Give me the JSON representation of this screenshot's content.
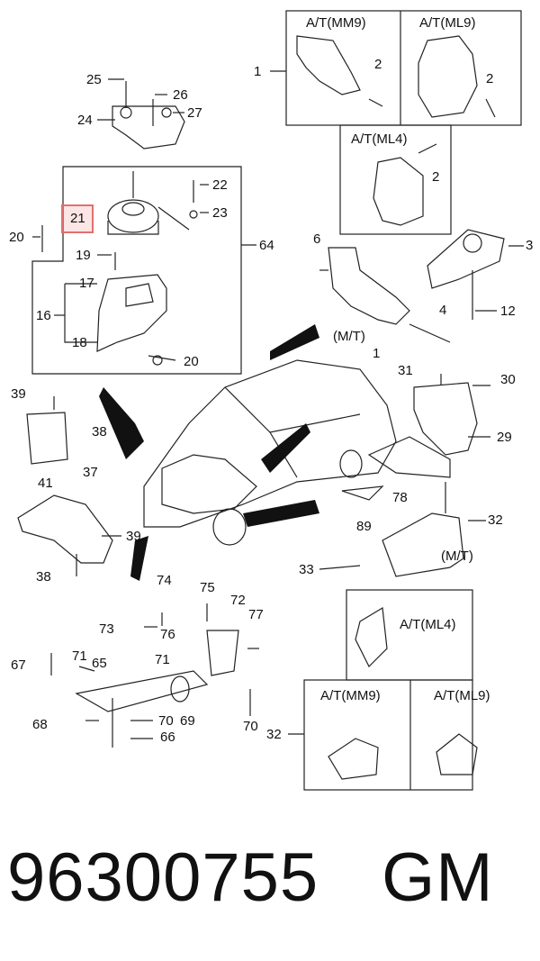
{
  "callouts": [
    "25",
    "26",
    "27",
    "24",
    "22",
    "23",
    "21",
    "20",
    "64",
    "19",
    "17",
    "16",
    "18",
    "20",
    "1",
    "2",
    "2",
    "2",
    "6",
    "3",
    "12",
    "4",
    "1",
    "39",
    "38",
    "41",
    "37",
    "39",
    "38",
    "31",
    "30",
    "29",
    "78",
    "89",
    "32",
    "33",
    "74",
    "75",
    "72",
    "73",
    "77",
    "76",
    "71",
    "67",
    "71",
    "65",
    "68",
    "70",
    "69",
    "66",
    "70",
    "32"
  ],
  "variant_labels": {
    "mm9_top": "A/T(MM9)",
    "ml9_top": "A/T(ML9)",
    "ml4_top": "A/T(ML4)",
    "mt_left": "(M/T)",
    "mt_right": "(M/T)",
    "ml4_bottom": "A/T(ML4)",
    "mm9_bottom": "A/T(MM9)",
    "ml9_bottom": "A/T(ML9)"
  },
  "part_number": "96300755",
  "brand": "GM",
  "colors": {
    "highlight": "#e07070",
    "line": "#222222"
  }
}
